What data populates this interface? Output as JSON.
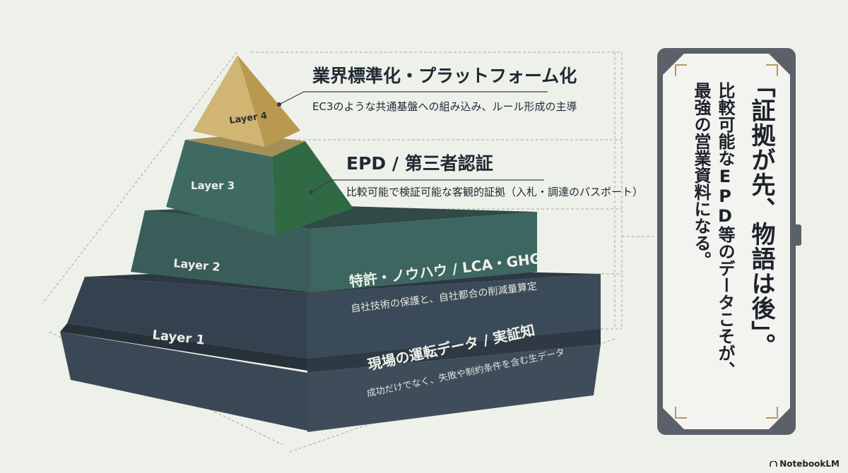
{
  "layers": [
    {
      "label": "Layer 1",
      "title": "現場の運転データ / 実証知",
      "description": "成功だけでなく、失敗や制約条件を含む生データ",
      "color": "#3e4d5a"
    },
    {
      "label": "Layer 2",
      "title": "特許・ノウハウ / LCA・GHG算定",
      "description": "自社技術の保護と、自社都合の削減量算定",
      "color": "#3f665f"
    },
    {
      "label": "Layer 3",
      "title": "EPD / 第三者認証",
      "description": "比較可能で検証可能な客観的証拠（入札・調達のパスポート）",
      "color": "#3d6b60"
    },
    {
      "label": "Layer 4",
      "title": "業界標準化・プラットフォーム化",
      "description": "EC3のような共通基盤への組み込み、ルール形成の主導",
      "color": "#c5a866"
    }
  ],
  "callout": {
    "main": "「証拠が先、物語は後」。",
    "sub_line1": "比較可能なEPD等のデータこそが、",
    "sub_line2": "最強の営業資料になる。"
  },
  "brand": "NotebookLM"
}
